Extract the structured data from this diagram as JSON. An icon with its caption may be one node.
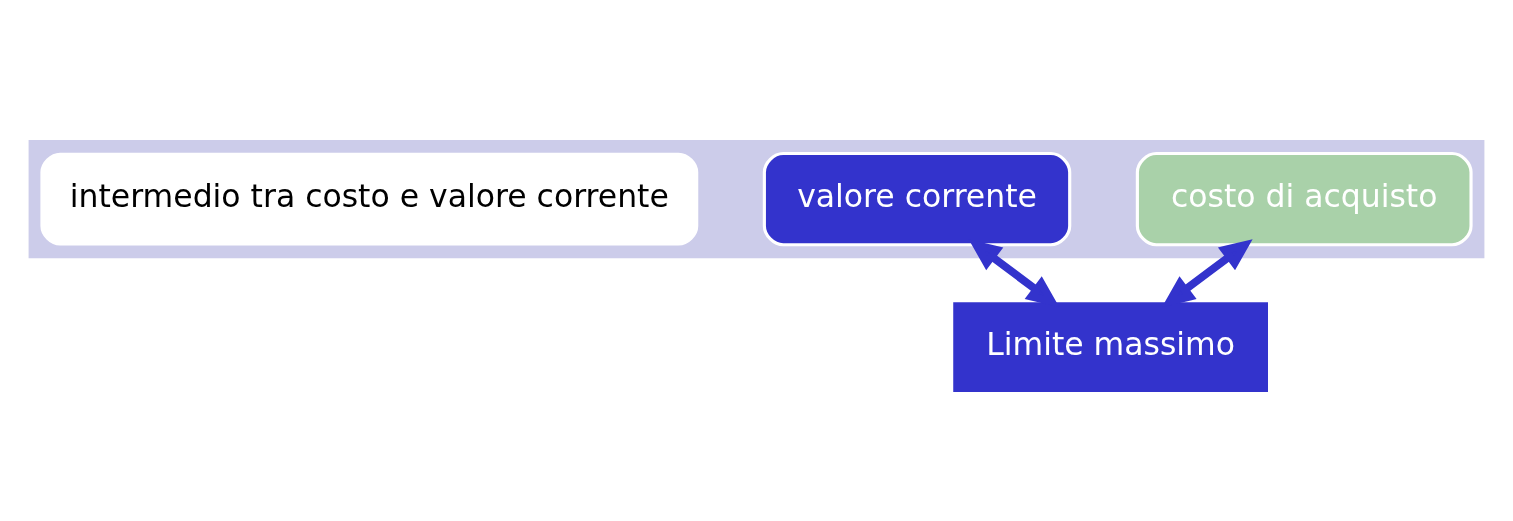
{
  "diagram": {
    "nodes": [
      {
        "text": [],
        "shape": "arrow"
      },
      {
        "text": [
          "costo di acquisto"
        ],
        "in": 0
      },
      {
        "text": [
          "valore corrente"
        ],
        "in": 0
      },
      {
        "text": [
          "intermedio tra costo e valore corrente"
        ],
        "in": 0
      },
      {
        "text": [
          "Limite massimo"
        ]
      }
    ],
    "edges": [
      {
        "from": 4,
        "to": 1,
        "arrow": "both"
      },
      {
        "from": 4,
        "to": 2,
        "arrow": "both"
      }
    ]
  }
}
